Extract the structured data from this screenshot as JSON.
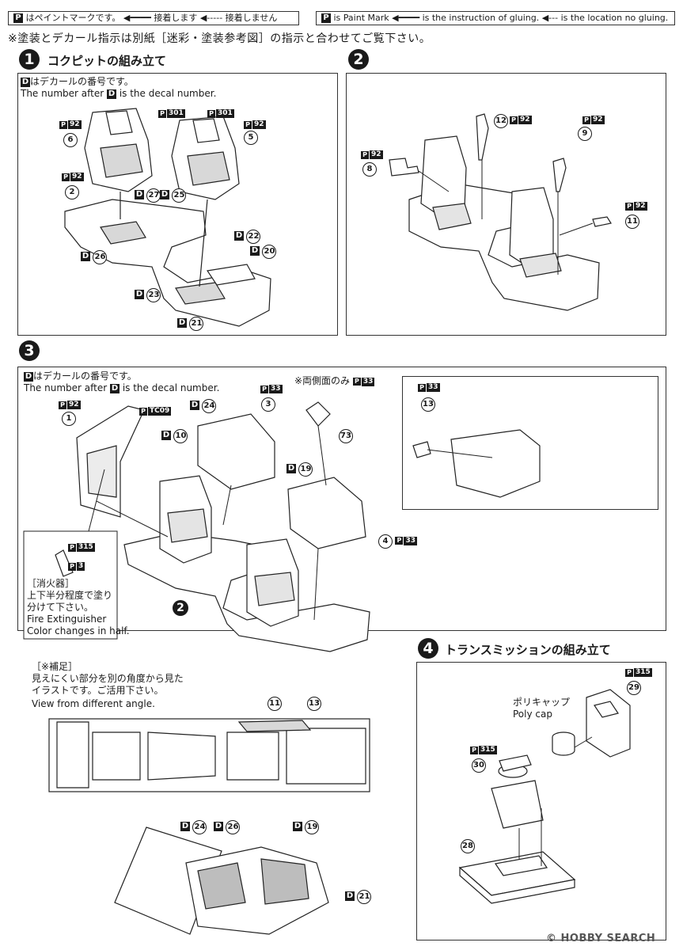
{
  "legend_jp": {
    "paint_mark": "はペイントマークです。",
    "glue": "接着します",
    "no_glue": "接着しません"
  },
  "legend_en": {
    "paint_mark": "is Paint Mark",
    "glue": "is the instruction of gluing.",
    "no_glue": "is the location no gluing."
  },
  "note_jp": "※塗装とデカール指示は別紙［迷彩・塗装参考図］の指示と合わせてご覧下さい。",
  "step1": {
    "number": "1",
    "title": "コクピットの組み立て",
    "decal_jp": "はデカールの番号です。",
    "decal_en_a": "The number after",
    "decal_en_b": "is the decal number.",
    "labels": {
      "p92": "92",
      "p301": "301",
      "d27": "27",
      "d25": "25",
      "d26": "26",
      "d22": "22",
      "d20": "20",
      "d23": "23",
      "d21": "21",
      "c6": "6",
      "c5": "5",
      "c2": "2"
    }
  },
  "step2": {
    "number": "2",
    "labels": {
      "c8": "8",
      "c12": "12",
      "c9": "9",
      "c11": "11",
      "p92": "92"
    }
  },
  "step3": {
    "number": "3",
    "decal_jp": "はデカールの番号です。",
    "decal_en_a": "The number after",
    "decal_en_b": "is the decal number.",
    "both_sides": "※両側面のみ",
    "extinguisher_jp_title": "［消火器］",
    "extinguisher_jp_1": "上下半分程度で塗り",
    "extinguisher_jp_2": "分けて下さい。",
    "extinguisher_en_1": "Fire Extinguisher",
    "extinguisher_en_2": "Color changes in half.",
    "supplement_title": "［※補足］",
    "supplement_jp_1": "見えにくい部分を別の角度から見た",
    "supplement_jp_2": "イラストです。ご活用下さい。",
    "supplement_en": "View from different angle.",
    "labels": {
      "p92": "92",
      "ptc09": "TC09",
      "p33": "33",
      "p315": "315",
      "p3": "3",
      "d10": "10",
      "d24": "24",
      "d19": "19",
      "d26": "26",
      "d21": "21",
      "c1": "1",
      "c3": "3",
      "c4": "4",
      "c13": "13",
      "c73": "73",
      "c11": "11",
      "c2": "2"
    }
  },
  "step4": {
    "number": "4",
    "title": "トランスミッションの組み立て",
    "polycap_jp": "ポリキャップ",
    "polycap_en": "Poly cap",
    "labels": {
      "p315": "315",
      "c29": "29",
      "c30": "30",
      "c28": "28"
    }
  },
  "watermark": "HOBBY SEARCH",
  "copyright": "©"
}
